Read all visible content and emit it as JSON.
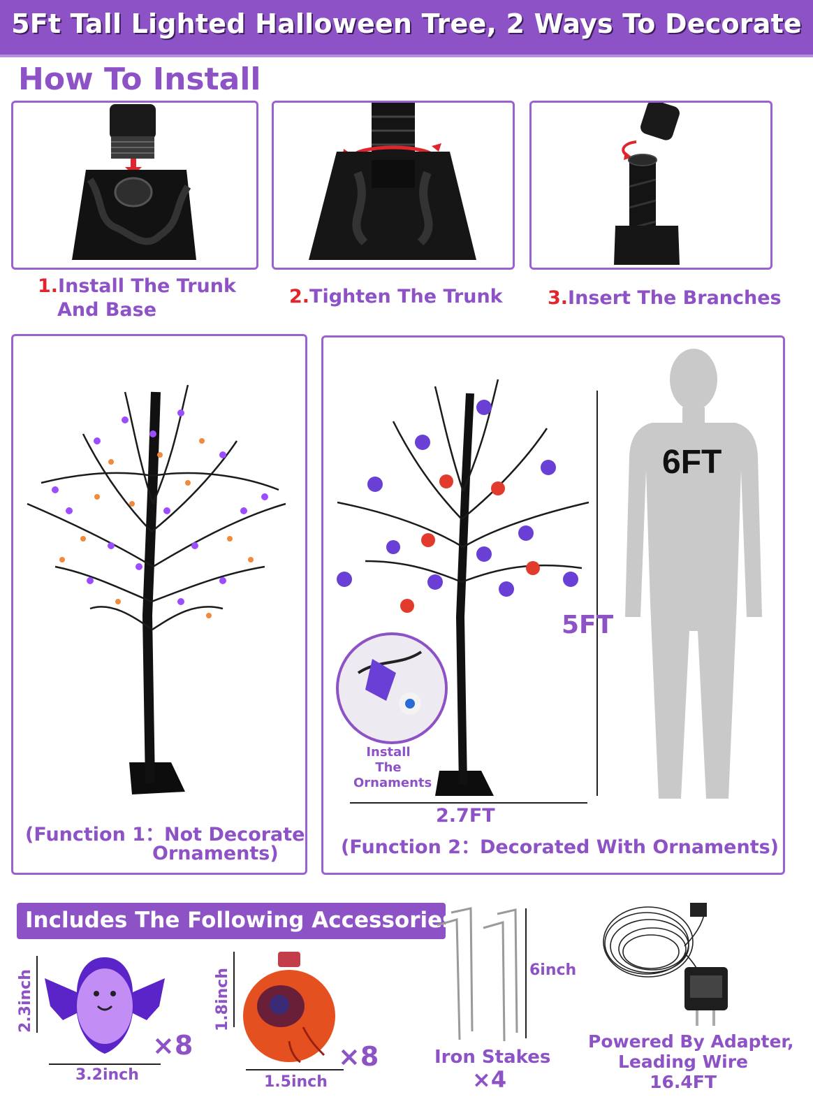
{
  "header": {
    "title": "5Ft Tall Lighted Halloween Tree, 2 Ways To Decorate"
  },
  "install": {
    "heading": "How To Install",
    "steps": [
      {
        "num": "1.",
        "text_line1": "Install The Trunk",
        "text_line2": "And Base"
      },
      {
        "num": "2.",
        "text_line1": "Tighten The Trunk"
      },
      {
        "num": "3.",
        "text_line1": "Insert The Branches"
      }
    ]
  },
  "function1": {
    "line1": "(Function 1：Not Decorate",
    "line2": "Ornaments)"
  },
  "function2": {
    "caption": "(Function 2：Decorated With Ornaments)",
    "width_label": "2.7FT",
    "height_label": "5FT",
    "person_label": "6FT",
    "inset_label_line1": "Install The",
    "inset_label_line2": "Ornaments"
  },
  "accessories": {
    "heading": "Includes The Following Accessories",
    "bat": {
      "height": "2.3inch",
      "width": "3.2inch",
      "qty": "×8"
    },
    "eyeball": {
      "height": "1.8inch",
      "width": "1.5inch",
      "qty": "×8"
    },
    "stakes": {
      "length": "6inch",
      "name": "Iron Stakes",
      "qty": "×4"
    },
    "adapter": {
      "line1": "Powered By Adapter,",
      "line2": "Leading Wire",
      "line3": "16.4FT"
    }
  },
  "colors": {
    "brand_purple": "#8e52c7",
    "step_red": "#e0262c"
  }
}
